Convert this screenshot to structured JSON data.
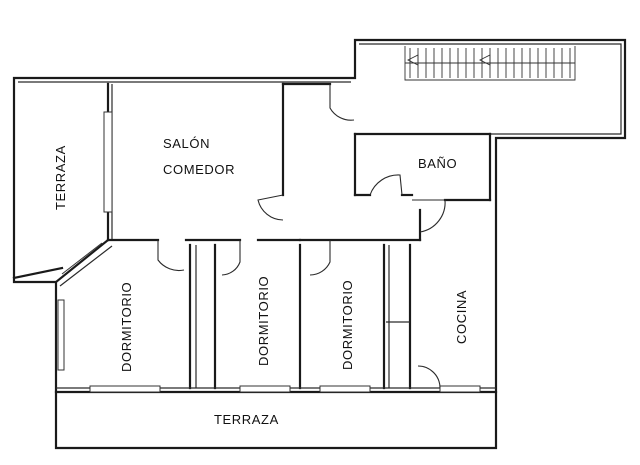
{
  "rooms": {
    "terraza_left": "TERRAZA",
    "salon": "SALÓN",
    "comedor": "COMEDOR",
    "bano": "BAÑO",
    "dormitorio_1": "DORMITORIO",
    "dormitorio_2": "DORMITORIO",
    "dormitorio_3": "DORMITORIO",
    "cocina": "COCINA",
    "terraza_bottom": "TERRAZA"
  },
  "colors": {
    "line": "#1a1a1a",
    "background": "#ffffff"
  }
}
